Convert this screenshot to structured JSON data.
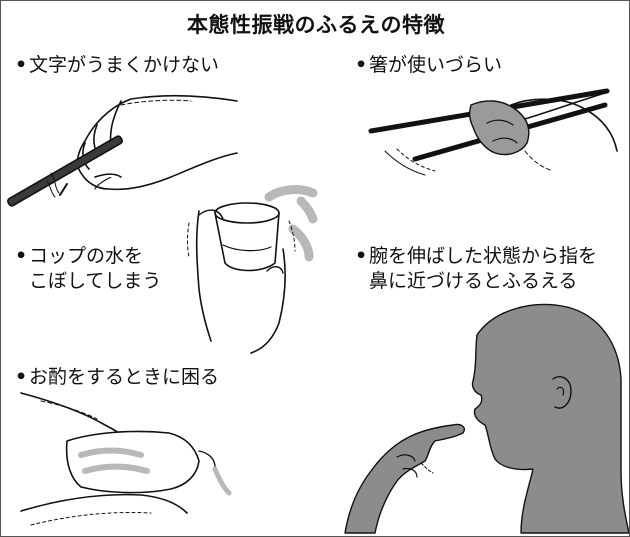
{
  "title": "本態性振戦のふるえの特徴",
  "bullet": "•",
  "items": [
    {
      "lines": [
        "文字がうまくかけない"
      ]
    },
    {
      "lines": [
        "箸が使いづらい"
      ]
    },
    {
      "lines": [
        "コップの水を",
        "こぼしてしまう"
      ]
    },
    {
      "lines": [
        "腕を伸ばした状態から指を",
        "鼻に近づけるとふるえる"
      ]
    },
    {
      "lines": [
        "お酌をするときに困る"
      ]
    }
  ],
  "colors": {
    "figure": "#8c8c8c",
    "line": "#111111",
    "splash": "#b8b8b8",
    "pen": "#3a3a3a"
  }
}
